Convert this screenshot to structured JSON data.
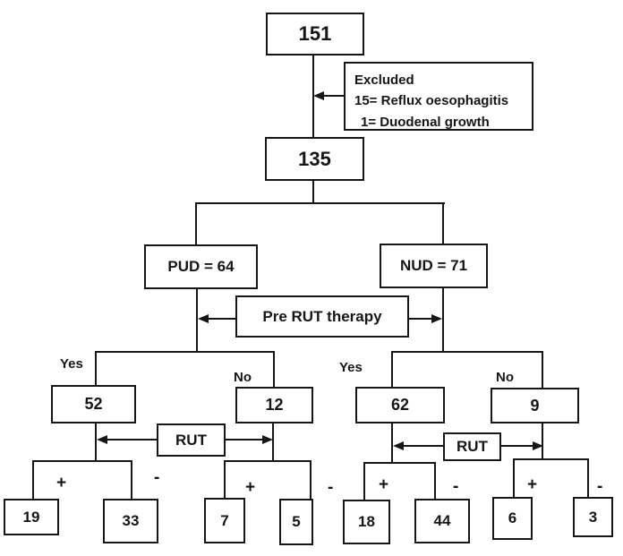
{
  "colors": {
    "line": "#161616",
    "background": "#ffffff"
  },
  "flowchart": {
    "enrolled_count": "151",
    "excluded_box": {
      "heading": "Excluded",
      "reasons": [
        "15= Reflux oesophagitis",
        "1= Duodenal growth"
      ]
    },
    "included_count": "135",
    "pud_label": "PUD = 64",
    "nud_label": "NUD = 71",
    "pre_rut_label": "Pre RUT therapy",
    "rut_label": "RUT",
    "yes_label": "Yes",
    "no_label": "No",
    "plus_label": "+",
    "minus_label": "-",
    "counts": {
      "pud_pre_rut_yes": "52",
      "pud_pre_rut_no": "12",
      "nud_pre_rut_yes": "62",
      "nud_pre_rut_no": "9",
      "pud_yes_rut_pos": "19",
      "pud_yes_rut_neg": "33",
      "pud_no_rut_pos": "7",
      "pud_no_rut_neg": "5",
      "nud_yes_rut_pos": "18",
      "nud_yes_rut_neg": "44",
      "nud_no_rut_pos": "6",
      "nud_no_rut_neg": "3"
    }
  }
}
